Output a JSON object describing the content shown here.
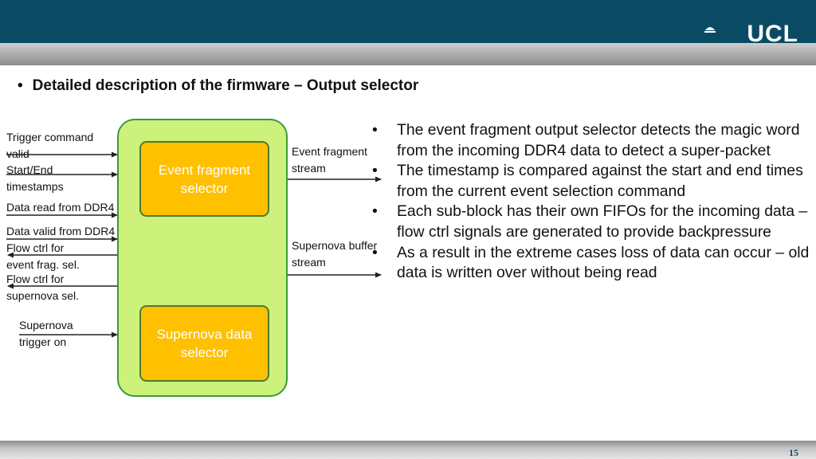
{
  "header": {
    "logo_text": "UCL"
  },
  "slide": {
    "title": "Detailed description of the firmware – Output selector",
    "page_number": "15"
  },
  "diagram": {
    "inputs": [
      {
        "text": "Trigger command\nvalid"
      },
      {
        "text": "Start/End\ntimestamps"
      },
      {
        "text": "Data read from DDR4"
      },
      {
        "text": "Data valid from DDR4"
      },
      {
        "text": "Flow ctrl for\nevent frag. sel."
      },
      {
        "text": "Flow ctrl for\nsupernova sel."
      },
      {
        "text": "Supernova\ntrigger on"
      }
    ],
    "outputs": [
      {
        "text": "Event fragment\nstream"
      },
      {
        "text": "Supernova buffer\nstream"
      }
    ],
    "blocks": [
      {
        "label": "Event fragment\nselector"
      },
      {
        "label": "Supernova data\nselector"
      }
    ]
  },
  "bullets": [
    "The event fragment output selector detects the magic word from the incoming DDR4 data to detect a super-packet",
    "The timestamp is compared against the start and end times from the current event selection command",
    "Each sub-block has their own FIFOs for the incoming data – flow ctrl signals are generated to provide backpressure",
    "As a result in the extreme cases loss of data can occur – old data is written over without being read"
  ]
}
